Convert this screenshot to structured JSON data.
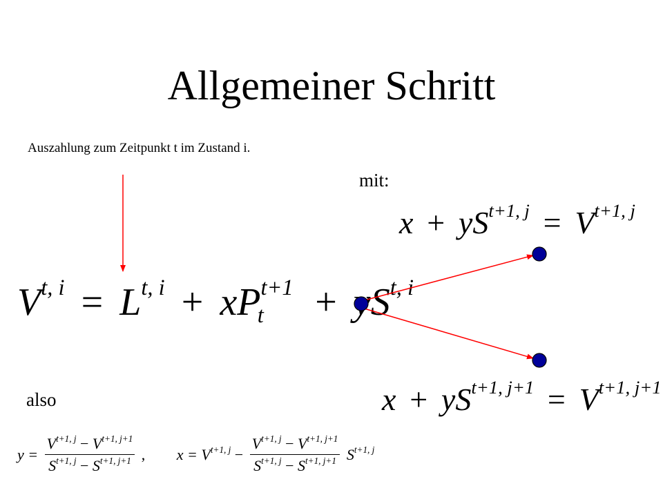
{
  "slide": {
    "title": "Allgemeiner Schritt",
    "annotation": "Auszahlung zum Zeitpunkt t im Zustand i.",
    "mit_label": "mit:",
    "also_label": "also"
  },
  "equations": {
    "main": {
      "V": "V",
      "V_sup": "t, i",
      "eq": "=",
      "L": "L",
      "L_sup": "t, i",
      "plus1": "+",
      "xP": "xP",
      "P_sup": "t+1",
      "P_sub": "t",
      "plus2": "+",
      "yS": "yS",
      "S_sup": "t, i"
    },
    "up": {
      "x": "x",
      "plus": "+",
      "yS": "yS",
      "S_sup": "t+1, j",
      "eq": "=",
      "V": "V",
      "V_sup": "t+1, j"
    },
    "down": {
      "x": "x",
      "plus": "+",
      "yS": "yS",
      "S_sup": "t+1, j+1",
      "eq": "=",
      "V": "V",
      "V_sup": "t+1, j+1"
    },
    "solution": {
      "y_lhs": "y =",
      "y_num_V1": "V",
      "y_num_V1_sup": "t+1, j",
      "y_num_minus": "−",
      "y_num_V2": "V",
      "y_num_V2_sup": "t+1, j+1",
      "y_den_S1": "S",
      "y_den_S1_sup": "t+1, j",
      "y_den_minus": "−",
      "y_den_S2": "S",
      "y_den_S2_sup": "t+1, j+1",
      "sep": ",",
      "x_lhs": "x =",
      "x_V": "V",
      "x_V_sup": "t+1, j",
      "x_minus": "−",
      "x_num_V1": "V",
      "x_num_V1_sup": "t+1, j",
      "x_num_minus": "−",
      "x_num_V2": "V",
      "x_num_V2_sup": "t+1, j+1",
      "x_den_S1": "S",
      "x_den_S1_sup": "t+1, j",
      "x_den_minus": "−",
      "x_den_S2": "S",
      "x_den_S2_sup": "t+1, j+1",
      "x_S": "S",
      "x_S_sup": "t+1, j"
    }
  },
  "colors": {
    "arrow": "#ff0000",
    "node_fill": "#000099",
    "node_stroke": "#000000"
  }
}
